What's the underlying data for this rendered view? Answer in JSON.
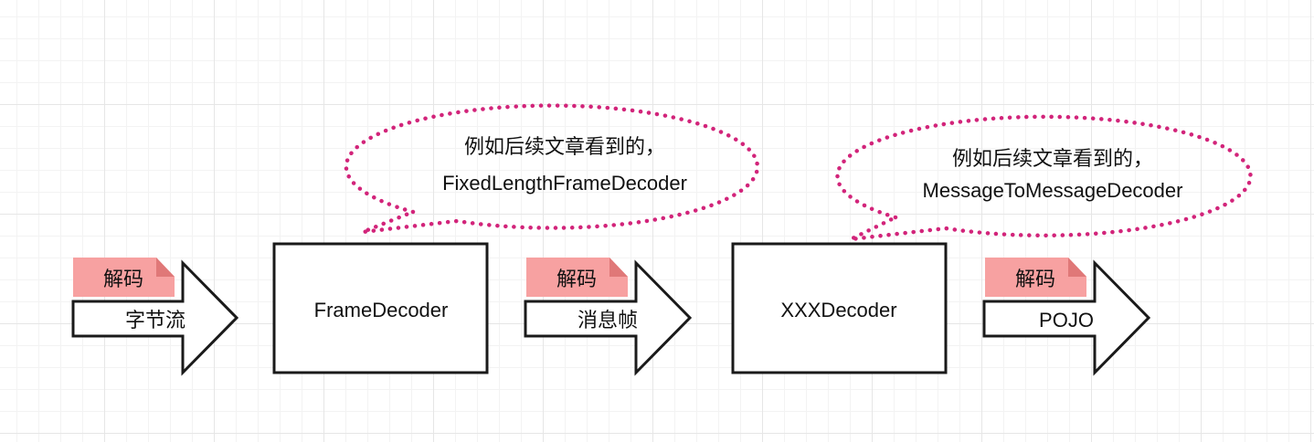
{
  "colors": {
    "tag_fill": "#f7a1a1",
    "tag_fold": "#e07878",
    "bubble_stroke": "#d2247a",
    "stroke": "#1a1a1a"
  },
  "arrows": [
    {
      "tag": "解码",
      "label": "字节流"
    },
    {
      "tag": "解码",
      "label": "消息帧"
    },
    {
      "tag": "解码",
      "label": "POJO"
    }
  ],
  "boxes": [
    {
      "label": "FrameDecoder"
    },
    {
      "label": "XXXDecoder"
    }
  ],
  "bubbles": [
    {
      "line1": "例如后续文章看到的，",
      "line2": "FixedLengthFrameDecoder"
    },
    {
      "line1": "例如后续文章看到的，",
      "line2": "MessageToMessageDecoder"
    }
  ]
}
